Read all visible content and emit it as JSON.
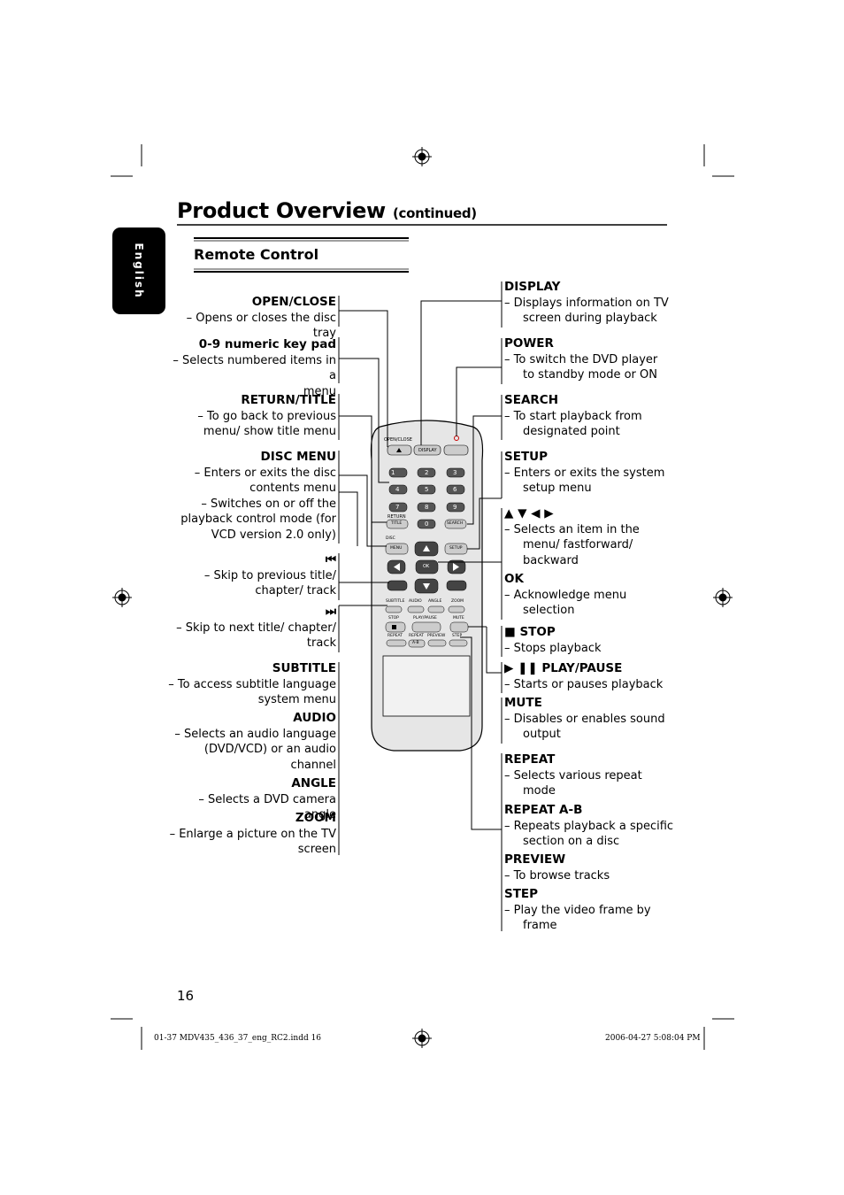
{
  "page": {
    "title": "Product Overview",
    "title_suffix": "(continued)",
    "side_tab": "English",
    "section": "Remote Control",
    "page_number": "16",
    "footer_file": "01-37 MDV435_436_37_eng_RC2.indd   16",
    "footer_date": "2006-04-27   5:08:04 PM"
  },
  "left": [
    {
      "heading": "OPEN/CLOSE",
      "desc": [
        "– Opens or closes the disc tray"
      ]
    },
    {
      "heading": "0-9 numeric key pad",
      "desc": [
        "– Selects numbered items in a",
        "menu"
      ]
    },
    {
      "heading": "RETURN/TITLE",
      "desc": [
        "– To go back to previous",
        "menu/ show title menu"
      ]
    },
    {
      "heading": "DISC MENU",
      "desc": [
        "– Enters or exits the disc",
        "contents menu",
        "– Switches on or off the",
        "playback control mode (for",
        "VCD version 2.0 only)"
      ]
    },
    {
      "heading": "⏮",
      "desc": [
        "– Skip to previous title/",
        "chapter/ track"
      ]
    },
    {
      "heading": "⏭",
      "desc": [
        "– Skip to next title/ chapter/",
        "track"
      ]
    },
    {
      "heading": "SUBTITLE",
      "desc": [
        "– To access subtitle language",
        "system menu"
      ]
    },
    {
      "heading": "AUDIO",
      "desc": [
        "– Selects an audio language",
        "(DVD/VCD) or an audio",
        "channel"
      ]
    },
    {
      "heading": "ANGLE",
      "desc": [
        "– Selects a DVD camera angle"
      ]
    },
    {
      "heading": "ZOOM",
      "desc": [
        "– Enlarge a picture on the TV",
        "screen"
      ]
    }
  ],
  "right": [
    {
      "heading": "DISPLAY",
      "desc": [
        "–    Displays information on TV",
        "screen during playback"
      ]
    },
    {
      "heading": "POWER",
      "desc": [
        "–    To switch the DVD player",
        "to standby mode or ON"
      ]
    },
    {
      "heading": "SEARCH",
      "desc": [
        "–    To start playback from",
        "designated point"
      ]
    },
    {
      "heading": "SETUP",
      "desc": [
        "–    Enters or exits the system",
        "setup menu"
      ]
    },
    {
      "heading": "▲   ▼   ◀   ▶",
      "desc": [
        "–    Selects an item in the",
        "menu/ fastforward/",
        "backward"
      ]
    },
    {
      "heading": "OK",
      "desc": [
        "–    Acknowledge menu",
        "selection"
      ]
    },
    {
      "heading": "■ STOP",
      "desc": [
        "–    Stops playback"
      ]
    },
    {
      "heading": "▶ ❚❚   PLAY/PAUSE",
      "desc": [
        "–    Starts or pauses playback"
      ]
    },
    {
      "heading": "MUTE",
      "desc": [
        "–    Disables or enables sound",
        "output"
      ]
    },
    {
      "heading": "REPEAT",
      "desc": [
        "–    Selects various repeat",
        "mode"
      ]
    },
    {
      "heading": "REPEAT A-B",
      "desc": [
        "–    Repeats playback a specific",
        "section on a disc"
      ]
    },
    {
      "heading": "PREVIEW",
      "desc": [
        "–    To browse tracks"
      ]
    },
    {
      "heading": "STEP",
      "desc": [
        "–    Play the video frame by",
        "frame"
      ]
    }
  ],
  "remote": {
    "open_close": "OPEN/CLOSE",
    "display": "DISPLAY",
    "search": "SEARCH",
    "return": "RETURN",
    "title": "TITLE",
    "disc": "DISC",
    "menu": "MENU",
    "setup": "SETUP",
    "ok": "OK",
    "digits": [
      "1",
      "2",
      "3",
      "4",
      "5",
      "6",
      "7",
      "8",
      "9",
      "0"
    ],
    "row_labels_1": [
      "SUBTITLE",
      "AUDIO",
      "ANGLE",
      "ZOOM"
    ],
    "row_labels_2": [
      "STOP",
      "PLAY/PAUSE",
      "MUTE"
    ],
    "row_labels_3": [
      "REPEAT",
      "REPEAT",
      "PREVIEW",
      "STEP"
    ],
    "ab": "A-B"
  }
}
